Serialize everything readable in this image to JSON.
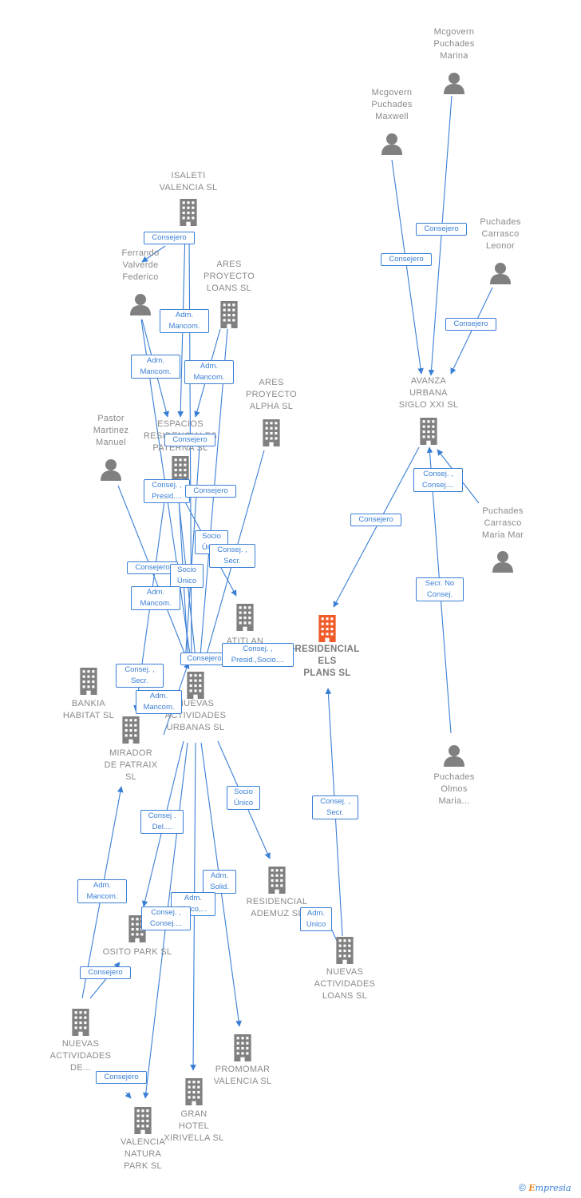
{
  "colors": {
    "edge": "#3a7fd5",
    "node_gray": "#808080",
    "focus": "#f05a28"
  },
  "nodes": [
    {
      "id": "mcgovern_marina",
      "label": "Mcgovern\nPuchades\nMarina",
      "type": "person",
      "icon": "person-icon"
    },
    {
      "id": "mcgovern_maxwell",
      "label": "Mcgovern\nPuchades\nMaxwell",
      "type": "person",
      "icon": "person-icon"
    },
    {
      "id": "puchades_leonor",
      "label": "Puchades\nCarrasco\nLeonor",
      "type": "person",
      "icon": "person-icon"
    },
    {
      "id": "avanza",
      "label": "AVANZA\nURBANA\nSIGLO XXI SL",
      "type": "company",
      "icon": "building-icon"
    },
    {
      "id": "puchades_mariamar",
      "label": "Puchades\nCarrasco\nMaria Mar",
      "type": "person",
      "icon": "person-icon"
    },
    {
      "id": "puchades_olmos",
      "label": "Puchades\nOlmos\nMaria...",
      "type": "person",
      "icon": "person-icon"
    },
    {
      "id": "residencial_els_plans",
      "label": "RESIDENCIAL\nELS\nPLANS SL",
      "type": "focus",
      "icon": "building-icon"
    },
    {
      "id": "isaleti",
      "label": "ISALETI\nVALENCIA SL",
      "type": "company",
      "icon": "building-icon"
    },
    {
      "id": "ferrando",
      "label": "Ferrando\nValverde\nFederico",
      "type": "person",
      "icon": "person-icon"
    },
    {
      "id": "ares_loans",
      "label": "ARES\nPROYECTO\nLOANS SL",
      "type": "company",
      "icon": "building-icon"
    },
    {
      "id": "ares_alpha",
      "label": "ARES\nPROYECTO\nALPHA SL",
      "type": "company",
      "icon": "building-icon"
    },
    {
      "id": "pastor",
      "label": "Pastor\nMartinez\nManuel",
      "type": "person",
      "icon": "person-icon"
    },
    {
      "id": "espacios",
      "label": "ESPACIOS\nRESIDENCIALES\nPATERNA SL",
      "type": "company",
      "icon": "building-icon"
    },
    {
      "id": "atitlan",
      "label": "ATITLAN",
      "type": "company",
      "icon": "building-icon"
    },
    {
      "id": "nuevas_urbanas",
      "label": "NUEVAS\nACTIVIDADES\nURBANAS SL",
      "type": "company",
      "icon": "building-icon"
    },
    {
      "id": "bankia",
      "label": "BANKIA\nHABITAT SL",
      "type": "company",
      "icon": "building-icon"
    },
    {
      "id": "mirador",
      "label": "MIRADOR\nDE PATRAIX\nSL",
      "type": "company",
      "icon": "building-icon"
    },
    {
      "id": "residencial_ademuz",
      "label": "RESIDENCIAL\nADEMUZ SL",
      "type": "company",
      "icon": "building-icon"
    },
    {
      "id": "nuevas_loans",
      "label": "NUEVAS\nACTIVIDADES\nLOANS SL",
      "type": "company",
      "icon": "building-icon"
    },
    {
      "id": "osito",
      "label": "OSITO PARK SL",
      "type": "company",
      "icon": "building-icon"
    },
    {
      "id": "nuevas_de",
      "label": "NUEVAS\nACTIVIDADES\nDE...",
      "type": "company",
      "icon": "building-icon"
    },
    {
      "id": "promomar",
      "label": "PROMOMAR\nVALENCIA SL",
      "type": "company",
      "icon": "building-icon"
    },
    {
      "id": "gran_hotel",
      "label": "GRAN\nHOTEL\nXIRIVELLA SL",
      "type": "company",
      "icon": "building-icon"
    },
    {
      "id": "valencia_natura",
      "label": "VALENCIA\nNATURA\nPARK SL",
      "type": "company",
      "icon": "building-icon"
    }
  ],
  "edge_labels": [
    "Consejero",
    "Consejero",
    "Consejero",
    "Consej. ,\nConsej....",
    "Consejero",
    "Secr. No\nConsej.",
    "Consej. ,\nSecr.",
    "Adm.\nUnico",
    "Consejero",
    "Adm.\nMancom.",
    "Adm.\nMancom.",
    "Adm.\nMancom.",
    "Consejero",
    "Consej. ,\nPresid....",
    "Consejero",
    "Socio\nÚnico",
    "Consej. ,\nSecr.",
    "Consejero",
    "Socio\nÚnico",
    "Adm.\nMancom.",
    "Consejero",
    "Consej. ,\nPresid.,Socio....",
    "Consej. ,\nSecr.",
    "Adm.\nMancom.",
    "Socio\nÚnico",
    "Consej .\nDel....",
    "Adm.\nMancom.",
    "Adm.\nSolid.",
    "Adm.\nUnico,...",
    "Consej. ,\nConsej....",
    "Consejero",
    "Consejero"
  ],
  "footer": {
    "copyright": "©",
    "brand_first": "E",
    "brand_rest": "mpresia"
  }
}
